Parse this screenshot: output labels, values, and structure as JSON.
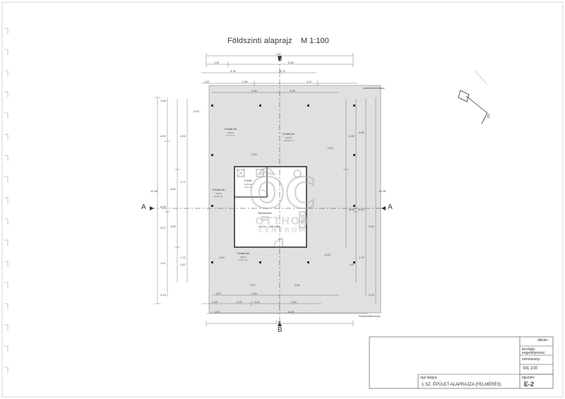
{
  "title": "Földszinti alaprajz",
  "scale": "M 1:100",
  "sections": {
    "aa": "A",
    "bb": "B"
  },
  "notes": {
    "top": "burkolt fedett terasz",
    "bottom": "burkolt fedett terasz"
  },
  "rooms": {
    "terasz_nw": {
      "name": "Fedett tér",
      "sub": "tolható",
      "area": "17,77 m2"
    },
    "terasz_ne": {
      "name": "Fedett tér",
      "sub": "tolható",
      "area": "16,69 m2"
    },
    "terasz_w": {
      "name": "Fedett tér",
      "sub": "tolható",
      "area": "11,59 m2"
    },
    "furdo": {
      "name": "Fürdő",
      "sub": "burkolat",
      "area": "2,72 m2"
    },
    "tartozkodo": {
      "name": "Tartózkodó",
      "sub": "csempe",
      "area": "17,6 m2"
    },
    "terasz_s": {
      "name": "Fedett tér",
      "sub": "tolható",
      "area": "14,87 m2"
    }
  },
  "levels": {
    "l1": "-0,01",
    "l2": "-0,01",
    "l3": "-0,01",
    "l4": "-0,01",
    "l5": "-0,01",
    "l6": "±0,00 = 160 mBf"
  },
  "dims": {
    "top_total": "7,60",
    "top_a": "1,87",
    "top_b": "5,55",
    "top_c": "3,76",
    "top_d": "3,74",
    "top_e": "1,67",
    "top_f": "2,50",
    "top_g": "3,47",
    "top_h": "2,54",
    "top_i": "2,04",
    "bot_a": "1,67",
    "bot_b": "1,94",
    "bot_c": "3,47",
    "bot_d": "2,61",
    "bot_e": "2,45",
    "bot_f": "2,40",
    "bot_g": "2,40",
    "bot_h": "2,49",
    "bot_i": "1,67",
    "bot_j": "8,08",
    "bot_total": "7,66",
    "left_total": "12,46",
    "left_a": "1,64",
    "left_b": "4,53",
    "left_c": "6,09",
    "left_d": "3,27",
    "left_e": "1,67",
    "left_f": "3,13",
    "left_g": "3,64",
    "left_h": "3,63",
    "left_i": "4,53",
    "left_j": "1,71",
    "left_k": "1,72",
    "left_l": "1,87",
    "right_total": "12,46",
    "right_a": "4,53",
    "right_b": "3,54",
    "right_c": "6,09",
    "right_d": "8,64",
    "right_e": "3,54",
    "right_f": "1,72",
    "right_g": "1,87",
    "right_h": "3,13"
  },
  "watermark": {
    "logo": "ÔC",
    "line1": "OTTHON",
    "line2": "CENTRUM"
  },
  "title_block": {
    "datum_label": "dátum:",
    "phase_label": "tervfajta:",
    "phase_value": "engedélyezési",
    "scale_label": "méretarány:",
    "scale_value": "M1:100",
    "subject_label": "rajz tárgya:",
    "subject_value": "1.SZ. ÉPÜLET ALAPRAJZA (FELMÉRÉS)",
    "sheet_label": "tajszám:",
    "sheet_value": "E-2"
  },
  "north": {
    "label": "É"
  }
}
